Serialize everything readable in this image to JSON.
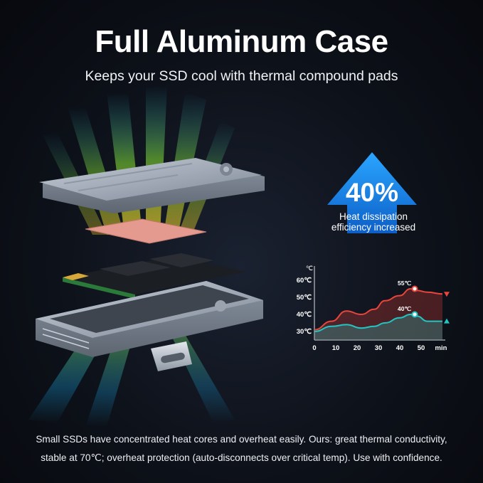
{
  "header": {
    "title": "Full Aluminum Case",
    "subtitle": "Keeps your SSD cool with thermal compound pads"
  },
  "badge": {
    "percent": "40%",
    "line1": "Heat dissipation",
    "line2": "efficiency increased",
    "color": "#1d8ff0"
  },
  "footer": {
    "line1": "Small SSDs have concentrated heat cores and overheat easily. Ours: great thermal conductivity,",
    "line2": "stable at 70℃; overheat protection (auto-disconnects over critical temp). Use with confidence."
  },
  "chart_data": {
    "type": "line",
    "y_unit": "℃",
    "x_unit": "min",
    "x_ticks": [
      "0",
      "10",
      "20",
      "30",
      "40",
      "50"
    ],
    "y_ticks": [
      "30℃",
      "40℃",
      "50℃",
      "60℃"
    ],
    "xlim": [
      0,
      60
    ],
    "ylim": [
      25,
      65
    ],
    "series": [
      {
        "color": "#e8453c",
        "trend": "down",
        "x": [
          0,
          8,
          15,
          22,
          28,
          33,
          40,
          45,
          48,
          53,
          60
        ],
        "y": [
          31,
          36,
          42,
          40,
          43,
          48,
          51,
          55,
          54,
          53,
          52
        ]
      },
      {
        "color": "#23c5c2",
        "trend": "up",
        "x": [
          0,
          8,
          15,
          22,
          28,
          33,
          40,
          45,
          48,
          53,
          60
        ],
        "y": [
          30,
          33,
          34,
          32,
          33,
          35,
          38,
          40,
          39,
          36,
          36
        ]
      }
    ],
    "annotations": [
      {
        "x": 47,
        "y": 55,
        "text": "55℃",
        "color": "#e8453c"
      },
      {
        "x": 47,
        "y": 40,
        "text": "40℃",
        "color": "#23c5c2"
      }
    ]
  }
}
